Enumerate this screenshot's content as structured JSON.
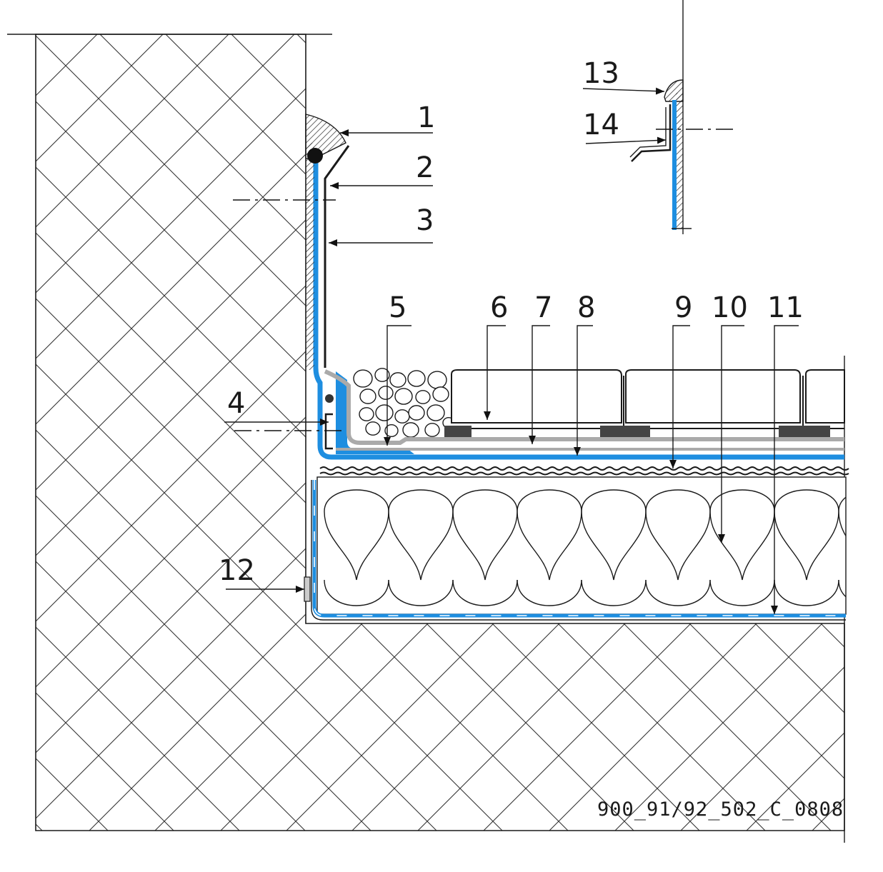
{
  "drawing_code": "900_91/92_502_C_0808",
  "callouts": [
    {
      "id": "1",
      "label": "1"
    },
    {
      "id": "2",
      "label": "2"
    },
    {
      "id": "3",
      "label": "3"
    },
    {
      "id": "4",
      "label": "4"
    },
    {
      "id": "5",
      "label": "5"
    },
    {
      "id": "6",
      "label": "6"
    },
    {
      "id": "7",
      "label": "7"
    },
    {
      "id": "8",
      "label": "8"
    },
    {
      "id": "9",
      "label": "9"
    },
    {
      "id": "10",
      "label": "10"
    },
    {
      "id": "11",
      "label": "11"
    },
    {
      "id": "12",
      "label": "12"
    },
    {
      "id": "13",
      "label": "13"
    },
    {
      "id": "14",
      "label": "14"
    }
  ],
  "colors": {
    "membrane": "#1e8ee0",
    "separation_layer": "#aaaaaa",
    "line": "#1a1a1a",
    "paver_support": "#444444"
  }
}
